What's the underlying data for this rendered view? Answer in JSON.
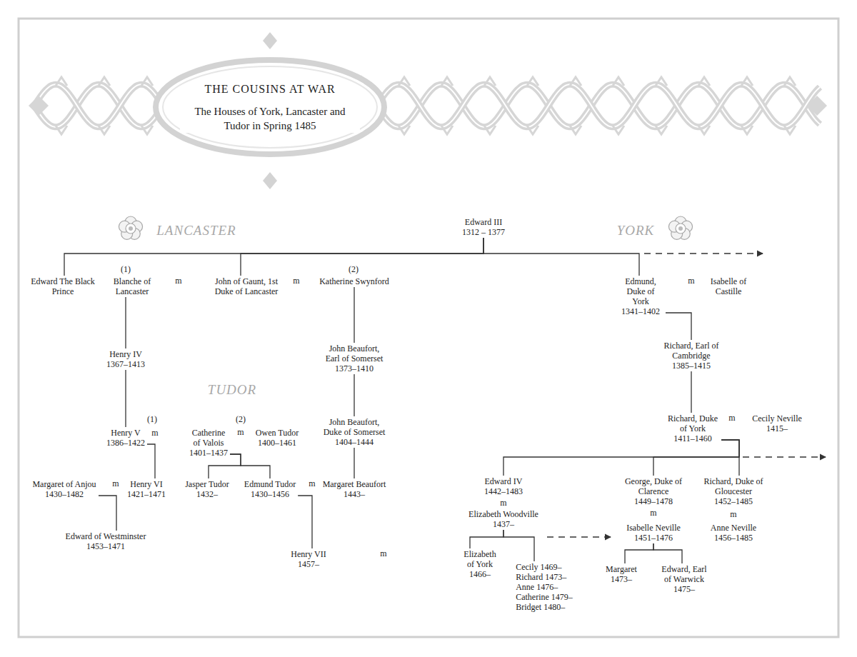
{
  "diagram": {
    "title": "THE COUSINS AT WAR",
    "nodes": [
      {
        "text": [
          "Edward III",
          "1312 – 1377"
        ]
      },
      {
        "text": [
          "Edward The Black Prince"
        ]
      },
      {
        "text": [
          "Blanche of Lancaster"
        ]
      },
      {
        "text": [
          "John of Gaunt, 1st Duke of Lancaster"
        ]
      },
      {
        "text": [
          "Katherine Swynford"
        ]
      },
      {
        "text": [
          "Edmund, Duke of York",
          "1341–1402"
        ]
      },
      {
        "text": [
          "Isabelle of Castille"
        ]
      },
      {
        "text": [
          "Henry IV",
          "1367–1413"
        ]
      },
      {
        "text": [
          "John Beaufort, Earl of Somerset",
          "1373–1410"
        ]
      },
      {
        "text": [
          "Richard, Earl of Cambridge",
          "1385–1415"
        ]
      },
      {
        "text": [
          "Henry V",
          "1386–1422"
        ]
      },
      {
        "text": [
          "Catherine of Valois",
          "1401–1437"
        ]
      },
      {
        "text": [
          "Owen Tudor",
          "1400–1461"
        ]
      },
      {
        "text": [
          "John Beaufort, Duke of Somerset",
          "1404–1444"
        ]
      },
      {
        "text": [
          "Richard, Duke of York",
          "1411–1460"
        ]
      },
      {
        "text": [
          "Cecily Neville",
          "1415–"
        ]
      },
      {
        "text": [
          "Margaret of Anjou",
          "1430–1482"
        ]
      },
      {
        "text": [
          "Henry VI",
          "1421–1471"
        ]
      },
      {
        "text": [
          "Jasper Tudor",
          "1432–"
        ]
      },
      {
        "text": [
          "Edmund Tudor",
          "1430–1456"
        ]
      },
      {
        "text": [
          "Margaret Beaufort",
          "1443–"
        ]
      },
      {
        "text": [
          "Edward IV",
          "1442–1483"
        ]
      },
      {
        "text": [
          "Elizabeth Woodville",
          "1437–"
        ]
      },
      {
        "text": [
          "George, Duke of Clarence",
          "1449–1478"
        ]
      },
      {
        "text": [
          "Isabelle Neville",
          "1451–1476"
        ]
      },
      {
        "text": [
          "Richard, Duke of Gloucester",
          "1452–1485"
        ]
      },
      {
        "text": [
          "Anne Neville",
          "1456–1485"
        ]
      },
      {
        "text": [
          "Edward of Westminster",
          "1453–1471"
        ]
      },
      {
        "text": [
          "Henry VII",
          "1457–"
        ]
      },
      {
        "text": [
          "Elizabeth of York",
          "1466–"
        ]
      },
      {
        "text": [
          "Cecily 1469–",
          "Richard 1473–",
          "Anne 1476–",
          "Catherine 1479–",
          "Bridget 1480–"
        ]
      },
      {
        "text": [
          "Margaret",
          "1473–"
        ]
      },
      {
        "text": [
          "Edward, Earl of Warwick",
          "1475–"
        ]
      }
    ],
    "edges": [
      {
        "from": 0,
        "to": 1,
        "arrow": "none"
      },
      {
        "from": 0,
        "to": 3,
        "arrow": "none"
      },
      {
        "from": 0,
        "to": 5,
        "arrow": "none"
      },
      {
        "from": 2,
        "to": 7,
        "arrow": "none"
      },
      {
        "from": 7,
        "to": 10,
        "arrow": "none"
      },
      {
        "from": 4,
        "to": 8,
        "arrow": "none"
      },
      {
        "from": 8,
        "to": 13,
        "arrow": "none"
      },
      {
        "from": 13,
        "to": 20,
        "arrow": "none"
      },
      {
        "from": 10,
        "to": 17,
        "arrow": "none"
      },
      {
        "from": 11,
        "to": 18,
        "arrow": "none"
      },
      {
        "from": 11,
        "to": 19,
        "arrow": "none"
      },
      {
        "from": 16,
        "to": 27,
        "arrow": "none"
      },
      {
        "from": 19,
        "to": 28,
        "arrow": "none"
      },
      {
        "from": 5,
        "to": 9,
        "arrow": "none"
      },
      {
        "from": 9,
        "to": 14,
        "arrow": "none"
      },
      {
        "from": 14,
        "to": 21,
        "arrow": "none"
      },
      {
        "from": 14,
        "to": 23,
        "arrow": "none"
      },
      {
        "from": 14,
        "to": 25,
        "arrow": "none"
      },
      {
        "from": 22,
        "to": 29,
        "arrow": "none"
      },
      {
        "from": 22,
        "to": 30,
        "arrow": "none"
      },
      {
        "from": 24,
        "to": 31,
        "arrow": "none"
      },
      {
        "from": 24,
        "to": 32,
        "arrow": "none"
      }
    ],
    "labels": [
      "The Houses of York, Lancaster and Tudor in Spring 1485",
      "LANCASTER",
      "YORK",
      "TUDOR",
      "(1)",
      "m",
      "m",
      "(2)",
      "m",
      "(1)",
      "m",
      "(2)",
      "m",
      "m",
      "m",
      "m",
      "m",
      "m",
      "m",
      "m"
    ]
  }
}
